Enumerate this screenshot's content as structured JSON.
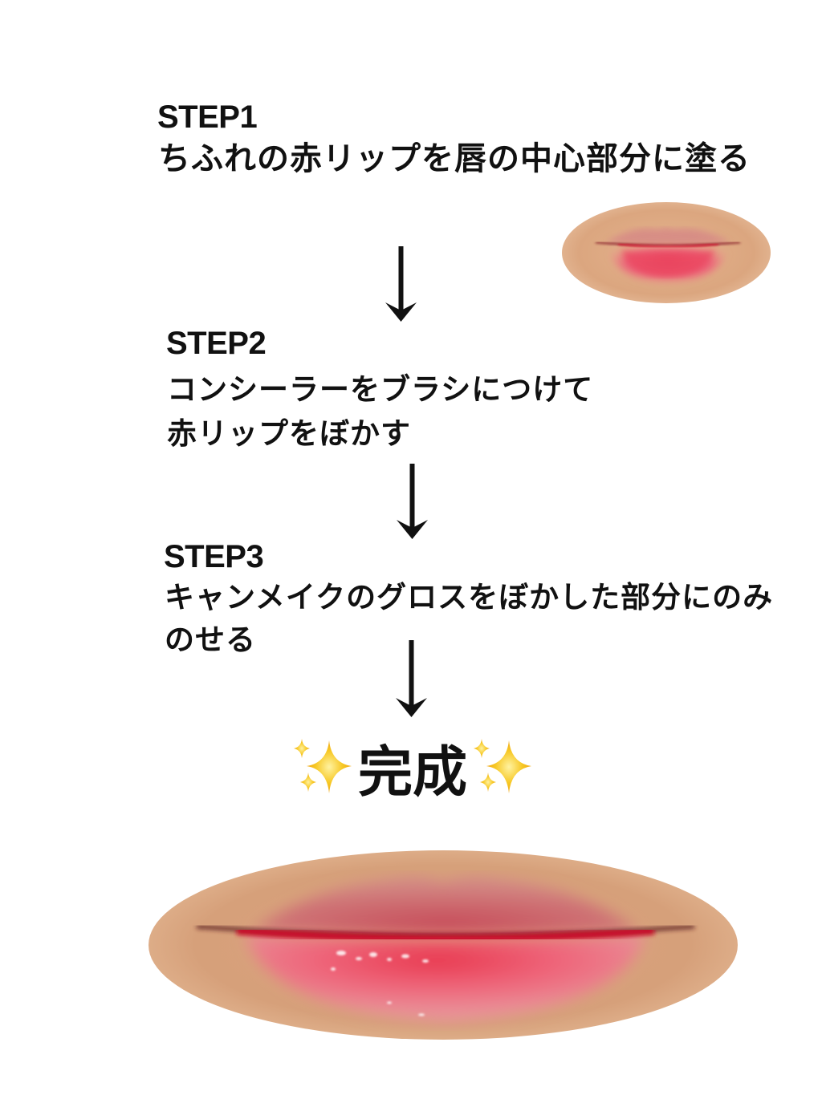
{
  "steps": [
    {
      "title": "STEP1",
      "lines": [
        "ちふれの赤リップを唇の中心部分に塗る"
      ]
    },
    {
      "title": "STEP2",
      "lines": [
        "コンシーラーをブラシにつけて",
        "赤リップをぼかす"
      ]
    },
    {
      "title": "STEP3",
      "lines": [
        "キャンメイクのグロスをぼかした部分にのみ",
        "のせる"
      ]
    }
  ],
  "arrows": [
    {
      "icon": "arrow-down-icon",
      "glyph": "↓"
    },
    {
      "icon": "arrow-down-icon",
      "glyph": "↓"
    },
    {
      "icon": "arrow-down-icon",
      "glyph": "↓"
    }
  ],
  "result": {
    "label": "完成",
    "left_icon": "sparkles-icon",
    "right_icon": "sparkles-icon",
    "sparkle_glyph": "✨"
  },
  "images": {
    "step1_photo": "lips-step1-photo",
    "final_photo": "lips-final-photo"
  },
  "colors": {
    "background": "#ffffff",
    "text": "#111111",
    "skin": "#d9a57f",
    "skin_light": "#e8bd98",
    "lip_red": "#e0304a",
    "lip_pink": "#ee6a80",
    "sparkle": "#f7c824"
  }
}
